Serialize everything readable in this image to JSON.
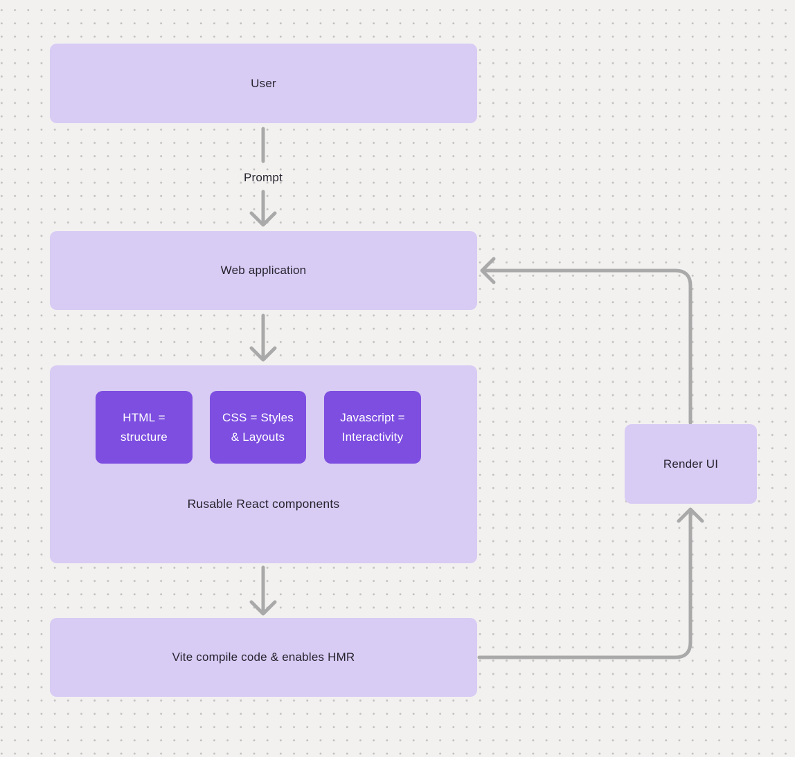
{
  "diagram": {
    "title": "React app flow diagram",
    "colors": {
      "bg": "#F2F1F0",
      "dot": "#C4C2C0",
      "node_fill": "#D8CBF4",
      "accent_fill": "#7D4EE0",
      "accent_text": "#FFFFFF",
      "node_text": "#26242E",
      "connector": "#A9A9A9"
    },
    "nodes": {
      "user": {
        "label": "User"
      },
      "web_application": {
        "label": "Web application"
      },
      "components_group": {
        "label": "Rusable React components",
        "children": [
          {
            "id": "html",
            "label": "HTML =\nstructure"
          },
          {
            "id": "css",
            "label": "CSS = Styles\n& Layouts"
          },
          {
            "id": "javascript",
            "label": "Javascript =\nInteractivity"
          }
        ]
      },
      "vite": {
        "label": "Vite compile code & enables HMR"
      },
      "render_ui": {
        "label": "Render UI"
      }
    },
    "edges": {
      "user_to_webapp": {
        "label": "Prompt"
      },
      "webapp_to_components": {
        "label": ""
      },
      "components_to_vite": {
        "label": ""
      },
      "vite_to_renderui": {
        "label": ""
      },
      "renderui_to_webapp": {
        "label": ""
      }
    }
  }
}
